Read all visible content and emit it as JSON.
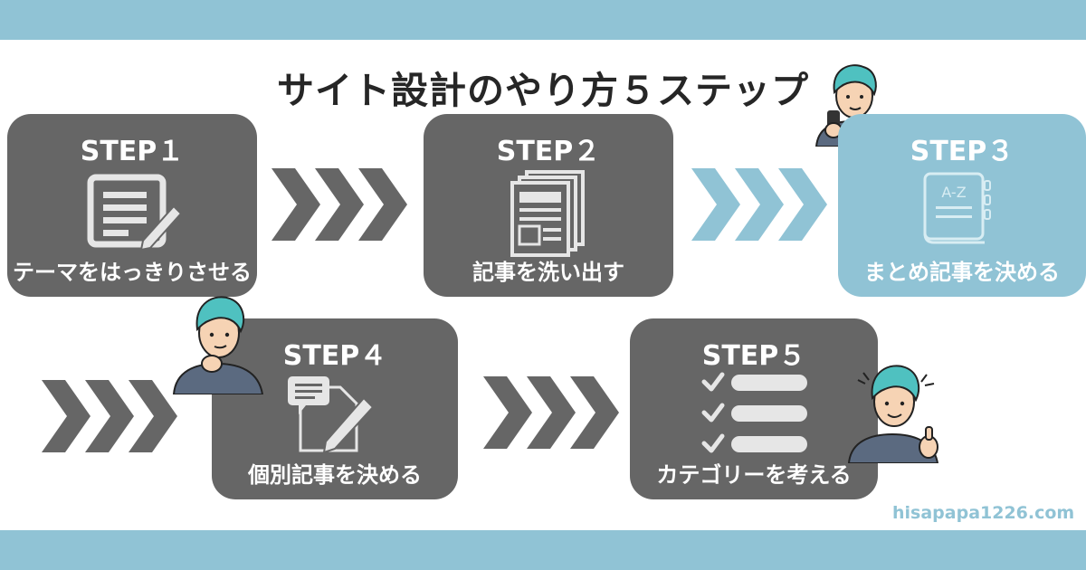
{
  "title": "サイト設計のやり方５ステップ",
  "steps": [
    {
      "label": "STEP１",
      "caption": "テーマをはっきりさせる",
      "icon": "document-pencil-icon"
    },
    {
      "label": "STEP２",
      "caption": "記事を洗い出す",
      "icon": "stacked-pages-icon"
    },
    {
      "label": "STEP３",
      "caption": "まとめ記事を決める",
      "icon": "a-z-book-icon"
    },
    {
      "label": "STEP４",
      "caption": "個別記事を決める",
      "icon": "comment-document-pencil-icon"
    },
    {
      "label": "STEP５",
      "caption": "カテゴリーを考える",
      "icon": "checklist-icon"
    }
  ],
  "website": "hisapapa1226.com",
  "colors": {
    "accent": "#90c3d5",
    "card": "#666666",
    "title": "#262626",
    "background": "#ffffff"
  }
}
